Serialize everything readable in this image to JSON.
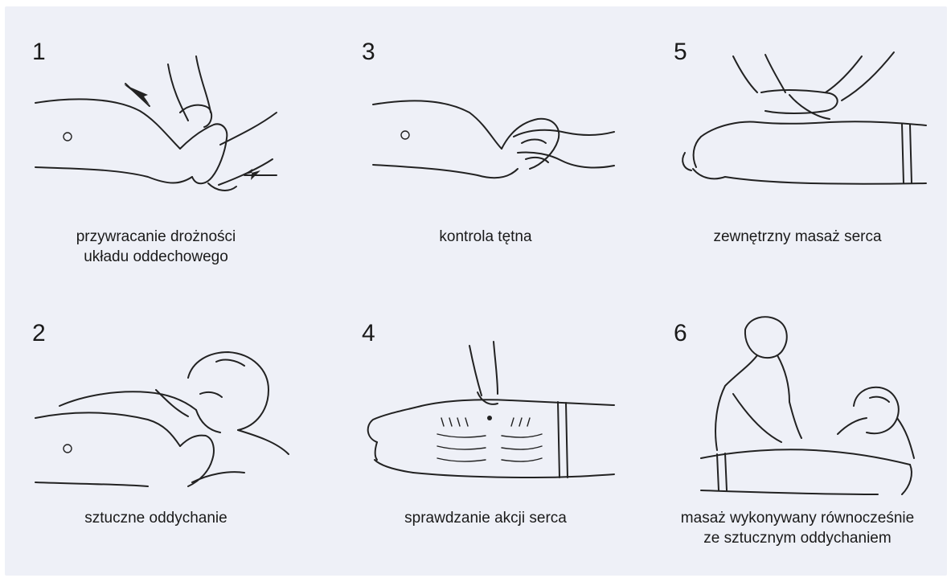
{
  "panels": [
    {
      "number": "1",
      "caption_lines": [
        "przywracanie drożności",
        "układu oddechowego"
      ]
    },
    {
      "number": "3",
      "caption_lines": [
        "kontrola tętna"
      ]
    },
    {
      "number": "5",
      "caption_lines": [
        "zewnętrzny masaż serca"
      ]
    },
    {
      "number": "2",
      "caption_lines": [
        "sztuczne oddychanie"
      ]
    },
    {
      "number": "4",
      "caption_lines": [
        "sprawdzanie akcji serca"
      ]
    },
    {
      "number": "6",
      "caption_lines": [
        "masaż wykonywany równocześnie",
        "ze sztucznym oddychaniem"
      ]
    }
  ],
  "colors": {
    "background": "#eef0f7",
    "ink": "#1a1a1a"
  }
}
